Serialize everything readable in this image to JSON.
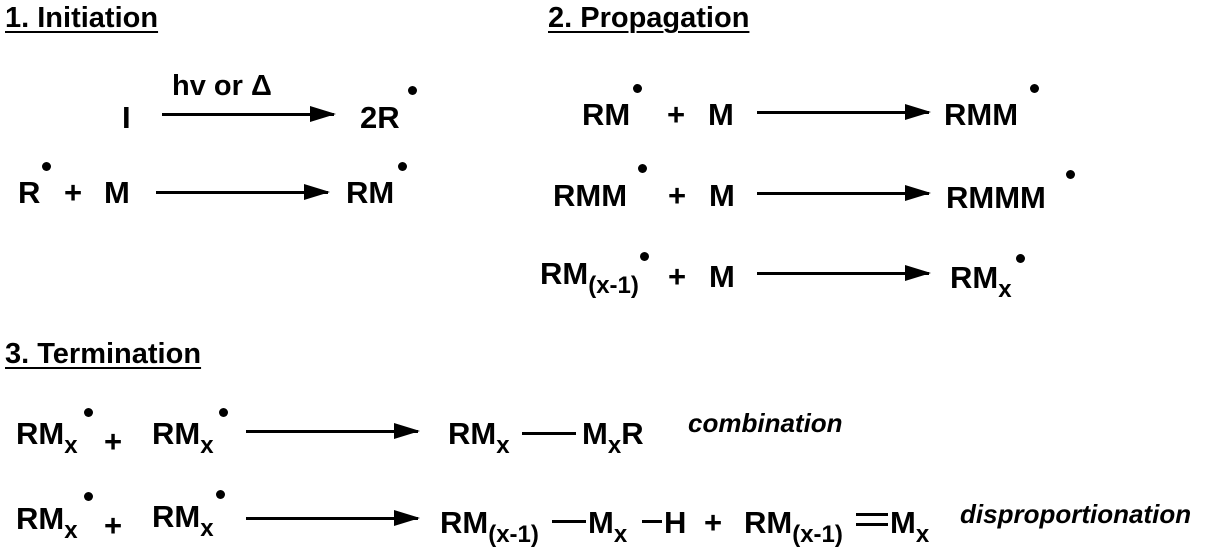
{
  "headings": {
    "initiation": "1. Initiation",
    "propagation": "2. Propagation",
    "termination": "3. Termination"
  },
  "initiation": {
    "r1_reactant": "I",
    "r1_condition": "hv or Δ",
    "r1_product": "2R",
    "r2_reactant_a": "R",
    "r2_plus": "+",
    "r2_reactant_b": "M",
    "r2_product": "RM"
  },
  "propagation": {
    "r1_a": "RM",
    "r1_plus": "+",
    "r1_b": "M",
    "r1_product": "RMM",
    "r2_a": "RMM",
    "r2_plus": "+",
    "r2_b": "M",
    "r2_product": "RMMM",
    "r3_a": "RM",
    "r3_a_sub": "(x-1)",
    "r3_plus": "+",
    "r3_b": "M",
    "r3_product": "RM",
    "r3_product_sub": "x"
  },
  "termination": {
    "r1_a": "RM",
    "r1_a_sub": "x",
    "r1_plus": "+",
    "r1_b": "RM",
    "r1_b_sub": "x",
    "r1_p_left": "RM",
    "r1_p_left_sub": "x",
    "r1_p_right": "M",
    "r1_p_right_sub": "x",
    "r1_p_right_end": "R",
    "r1_label": "combination",
    "r2_a": "RM",
    "r2_a_sub": "x",
    "r2_plus": "+",
    "r2_b": "RM",
    "r2_b_sub": "x",
    "r2_p1": "RM",
    "r2_p1_sub": "(x-1)",
    "r2_p2": "M",
    "r2_p2_sub": "x",
    "r2_p3": "H",
    "r2_plus2": "+",
    "r2_p4": "RM",
    "r2_p4_sub": "(x-1)",
    "r2_p5": "M",
    "r2_p5_sub": "x",
    "r2_label": "disproportionation"
  }
}
